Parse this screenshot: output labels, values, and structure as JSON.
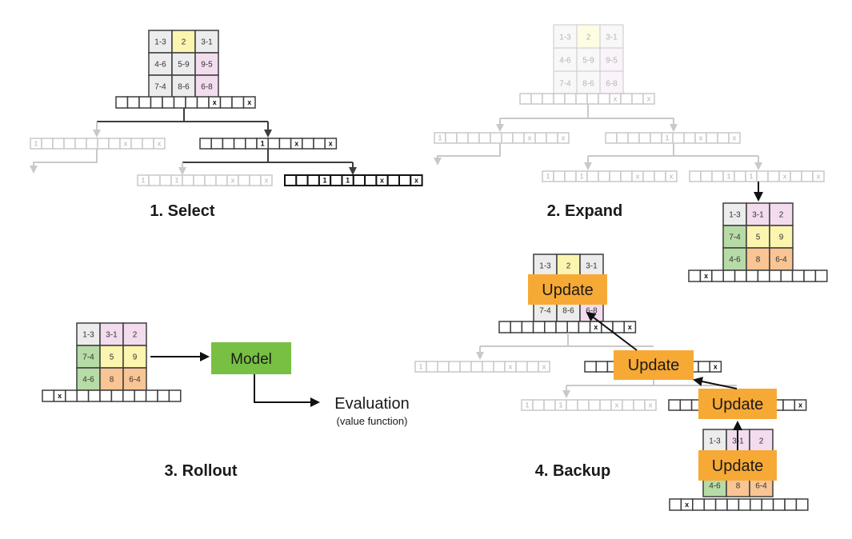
{
  "colors": {
    "dark": "#3d3d3d",
    "light": "#c9c9c9",
    "gray": "#ececec",
    "yellow": "#fbf5b0",
    "pink": "#f2dced",
    "green": "#b7dba6",
    "orange": "#f9c594",
    "model_green": "#77c043",
    "update_orange": "#f7a935"
  },
  "steps": {
    "select": "1. Select",
    "expand": "2. Expand",
    "rollout": "3. Rollout",
    "backup": "4. Backup"
  },
  "grids": {
    "base": [
      [
        "1-3",
        "2",
        "3-1"
      ],
      [
        "4-6",
        "5-9",
        "9-5"
      ],
      [
        "7-4",
        "8-6",
        "6-8"
      ]
    ],
    "expanded": [
      [
        "1-3",
        "3-1",
        "2"
      ],
      [
        "7-4",
        "5",
        "9"
      ],
      [
        "4-6",
        "8",
        "6-4"
      ]
    ]
  },
  "rollout": {
    "model_label": "Model",
    "evaluation_label": "Evaluation",
    "evaluation_sub": "(value function)"
  },
  "backup": {
    "update_label": "Update"
  },
  "marks": {
    "x": "x",
    "one": "1"
  }
}
